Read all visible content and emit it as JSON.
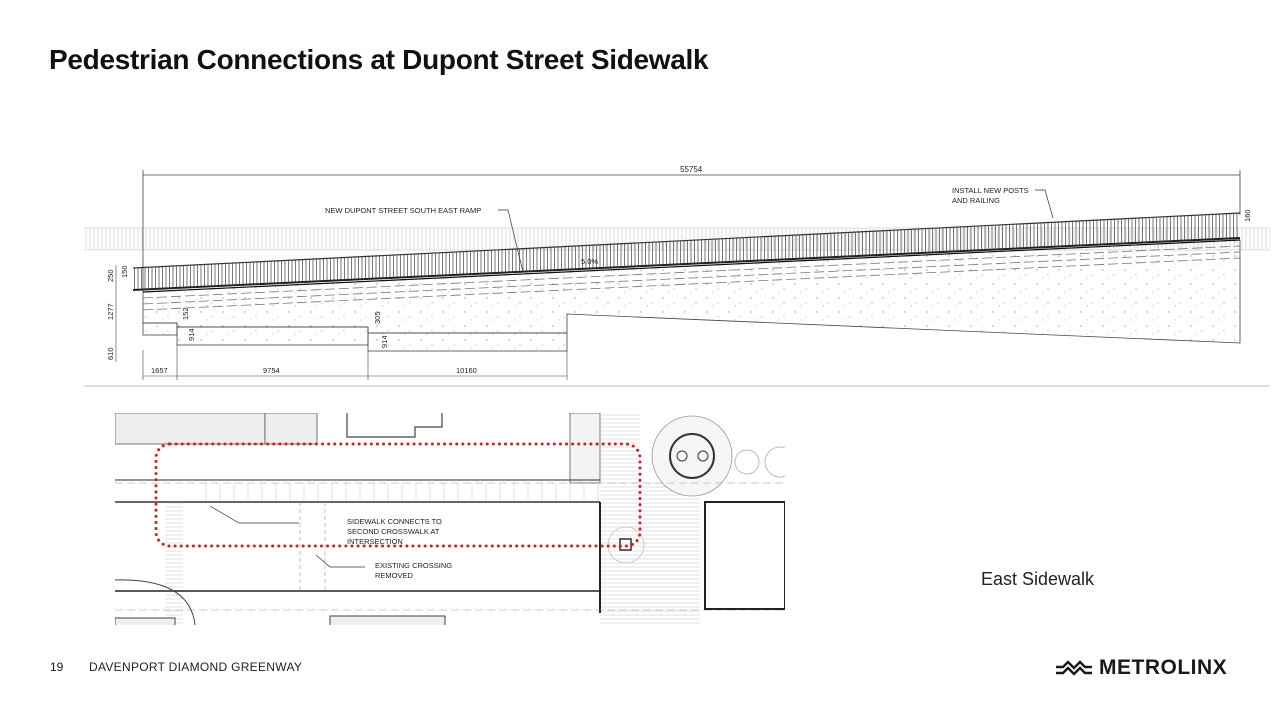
{
  "slide": {
    "title": "Pedestrian Connections at Dupont Street Sidewalk",
    "caption": "East Sidewalk",
    "page_number": "19",
    "project_name": "DAVENPORT DIAMOND GREENWAY",
    "logo_text": "METROLINX"
  },
  "elevation": {
    "total_length": "55754",
    "ramp_label": "NEW DUPONT STREET SOUTH EAST RAMP",
    "railing_label_1": "INSTALL NEW POSTS",
    "railing_label_2": "AND RAILING",
    "slope": "5.0%",
    "dim_right": "160",
    "dim_250": "250",
    "dim_150": "150",
    "dim_1277": "1277",
    "dim_610": "610",
    "dim_152": "152",
    "dim_914a": "914",
    "dim_305": "305",
    "dim_914b": "914",
    "dim_1657": "1657",
    "dim_9754": "9754",
    "dim_10160": "10160"
  },
  "plan": {
    "note1_line1": "SIDEWALK CONNECTS TO",
    "note1_line2": "SECOND CROSSWALK AT",
    "note1_line3": "INTERSECTION",
    "note2_line1": "EXISTING CROSSING",
    "note2_line2": "REMOVED",
    "highlight_color": "#d0202a"
  }
}
